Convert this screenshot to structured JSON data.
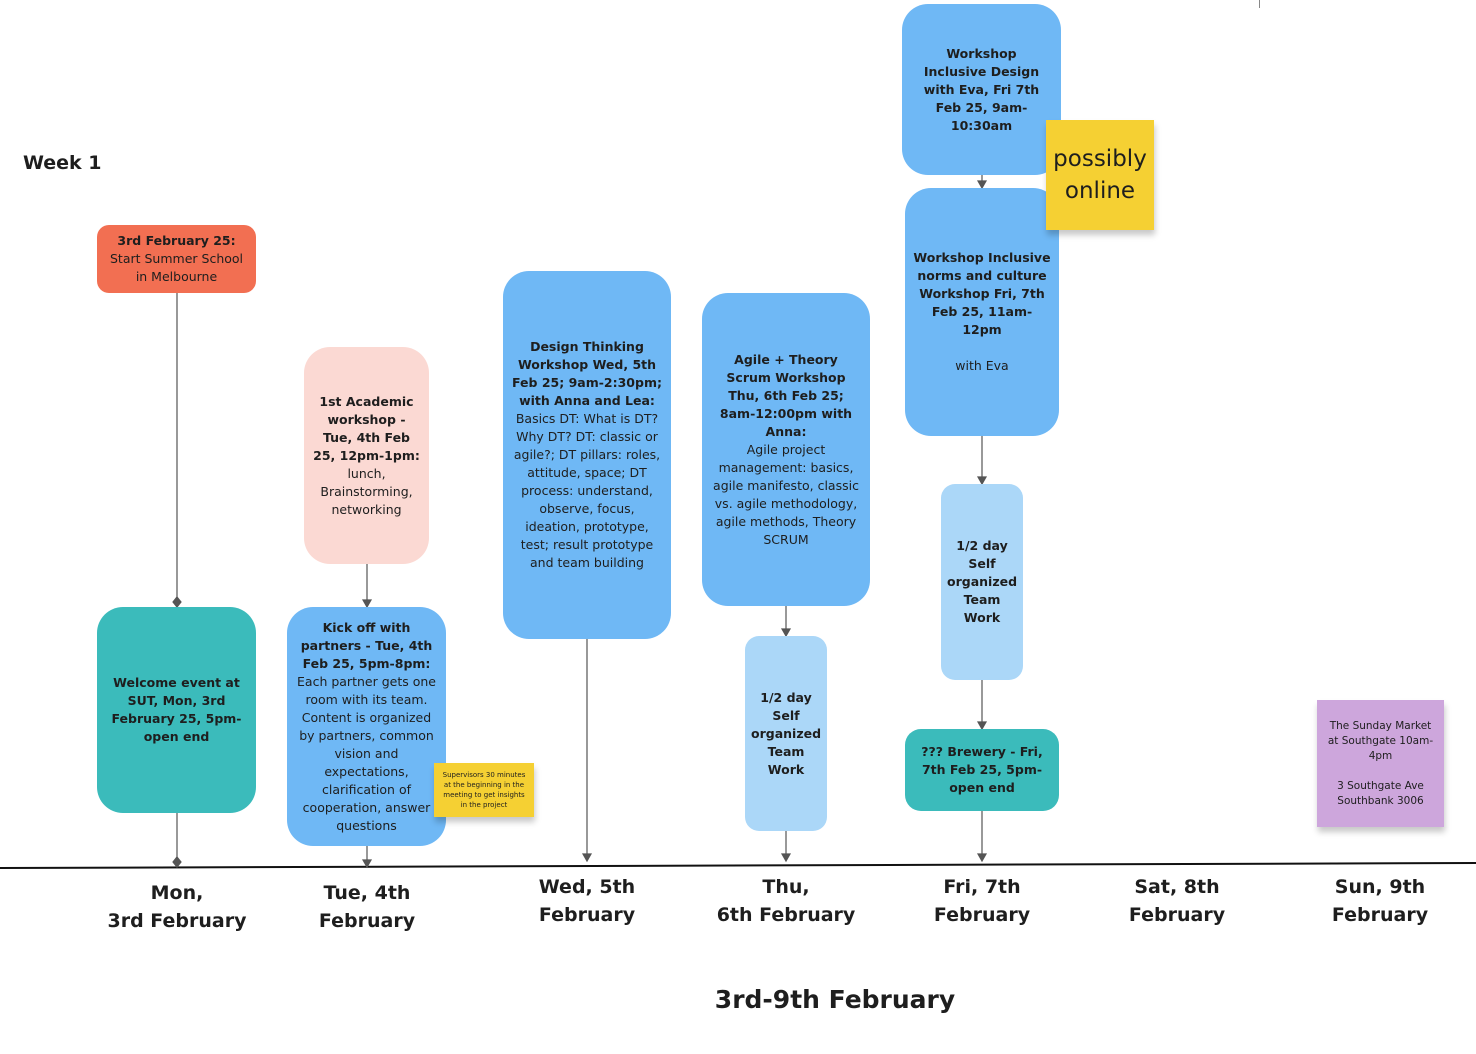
{
  "week_title": "Week 1",
  "range_title": "3rd-9th February",
  "days": [
    {
      "line1": "Mon,",
      "line2": "3rd February"
    },
    {
      "line1": "Tue, 4th",
      "line2": "February"
    },
    {
      "line1": "Wed, 5th",
      "line2": "February"
    },
    {
      "line1": "Thu,",
      "line2": "6th February"
    },
    {
      "line1": "Fri, 7th",
      "line2": "February"
    },
    {
      "line1": "Sat, 8th",
      "line2": "February"
    },
    {
      "line1": "Sun, 9th",
      "line2": "February"
    }
  ],
  "events": {
    "start_school": {
      "bold": "3rd February 25:",
      "text": "Start Summer School in Melbourne"
    },
    "welcome": {
      "bold": "Welcome event at SUT,  Mon, 3rd February 25, 5pm-open end",
      "text": ""
    },
    "academic": {
      "bold": "1st Academic workshop - Tue, 4th Feb 25, 12pm-1pm:",
      "text": "lunch, Brainstorming, networking"
    },
    "kickoff": {
      "bold": "Kick off with partners - Tue, 4th Feb 25, 5pm-8pm:",
      "text": "Each partner gets one room with its team. Content is organized  by partners, common vision and expectations, clarification of cooperation, answer questions"
    },
    "design_thinking": {
      "bold": "Design Thinking Workshop Wed, 5th Feb 25; 9am-2:30pm; with Anna and Lea:",
      "text": "Basics DT: What is DT? Why DT? DT: classic or agile?; DT pillars:  roles, attitude, space; DT process: understand, observe, focus, ideation, prototype, test; result prototype and team building"
    },
    "agile": {
      "bold": "Agile + Theory Scrum Workshop Thu, 6th Feb 25; 8am-12:00pm with Anna:",
      "text": "Agile project management: basics, agile manifesto, classic vs. agile methodology, agile methods, Theory SCRUM"
    },
    "thu_selfwork": {
      "bold": "1/2 day Self organized Team Work",
      "text": ""
    },
    "inclusive_design": {
      "bold": "Workshop Inclusive Design with Eva, Fri 7th Feb 25, 9am-10:30am",
      "text": ""
    },
    "inclusive_norms": {
      "bold": "Workshop Inclusive norms and culture Workshop Fri, 7th Feb 25, 11am-12pm",
      "text": "with Eva"
    },
    "fri_selfwork": {
      "bold": "1/2 day Self organized Team Work",
      "text": ""
    },
    "brewery": {
      "bold": "??? Brewery - Fri, 7th Feb 25, 5pm-open end",
      "text": ""
    }
  },
  "stickies": {
    "possibly_online": "possibly online",
    "supervisors": "Supervisors 30 minutes at the beginning in the meeting to get insights in the project",
    "sunday_market": "The Sunday Market at Southgate 10am-4pm",
    "sunday_address": "3 Southgate Ave Southbank 3006"
  },
  "colors": {
    "start": "#f26f52",
    "academic": "#fbd9d3",
    "workshop": "#6fb8f5",
    "selfwork": "#abd7f8",
    "social": "#3bbbbb",
    "sticky_yellow": "#f5d033",
    "sticky_violet": "#cda6dc"
  }
}
